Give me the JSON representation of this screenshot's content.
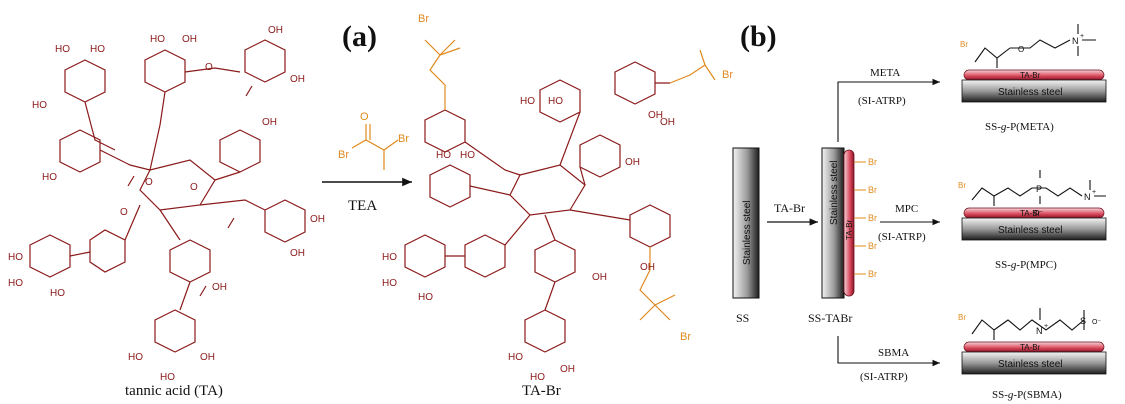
{
  "panel_labels": {
    "a": "(a)",
    "b": "(b)"
  },
  "panel_a": {
    "reactant_label": "tannic acid (TA)",
    "reagent_label": "TEA",
    "product_label": "TA-Br",
    "hydroxyl_text": "HO",
    "hydroxyl_text_right": "OH",
    "oxygen_text": "O",
    "bromine_text": "Br"
  },
  "panel_b": {
    "ss_label": "SS",
    "step1_label": "TA-Br",
    "sstabr_label": "SS-TABr",
    "plate_text": "Stainless steel",
    "coating_text": "TA-Br",
    "coating_text_vertical": "TA-Br",
    "br_text": "Br",
    "routes": [
      {
        "monomer": "META",
        "method": "(SI-ATRP)",
        "product_prefix": "SS-",
        "product_italic": "g",
        "product_suffix": "-P(META)"
      },
      {
        "monomer": "MPC",
        "method": "(SI-ATRP)",
        "product_prefix": "SS-",
        "product_italic": "g",
        "product_suffix": "-P(MPC)"
      },
      {
        "monomer": "SBMA",
        "method": "(SI-ATRP)",
        "product_prefix": "SS-",
        "product_italic": "g",
        "product_suffix": "-P(SBMA)"
      }
    ],
    "atoms": {
      "N_plus": "N",
      "plus": "+",
      "P": "P",
      "O_minus": "O⁻",
      "S": "S",
      "O": "O"
    }
  },
  "colors": {
    "tannic_red": "#8b1a1a",
    "bromo_orange": "#e08a1e",
    "coating_red": "#c0394b",
    "steel_dark": "#222222",
    "steel_light": "#f2f2f2"
  }
}
